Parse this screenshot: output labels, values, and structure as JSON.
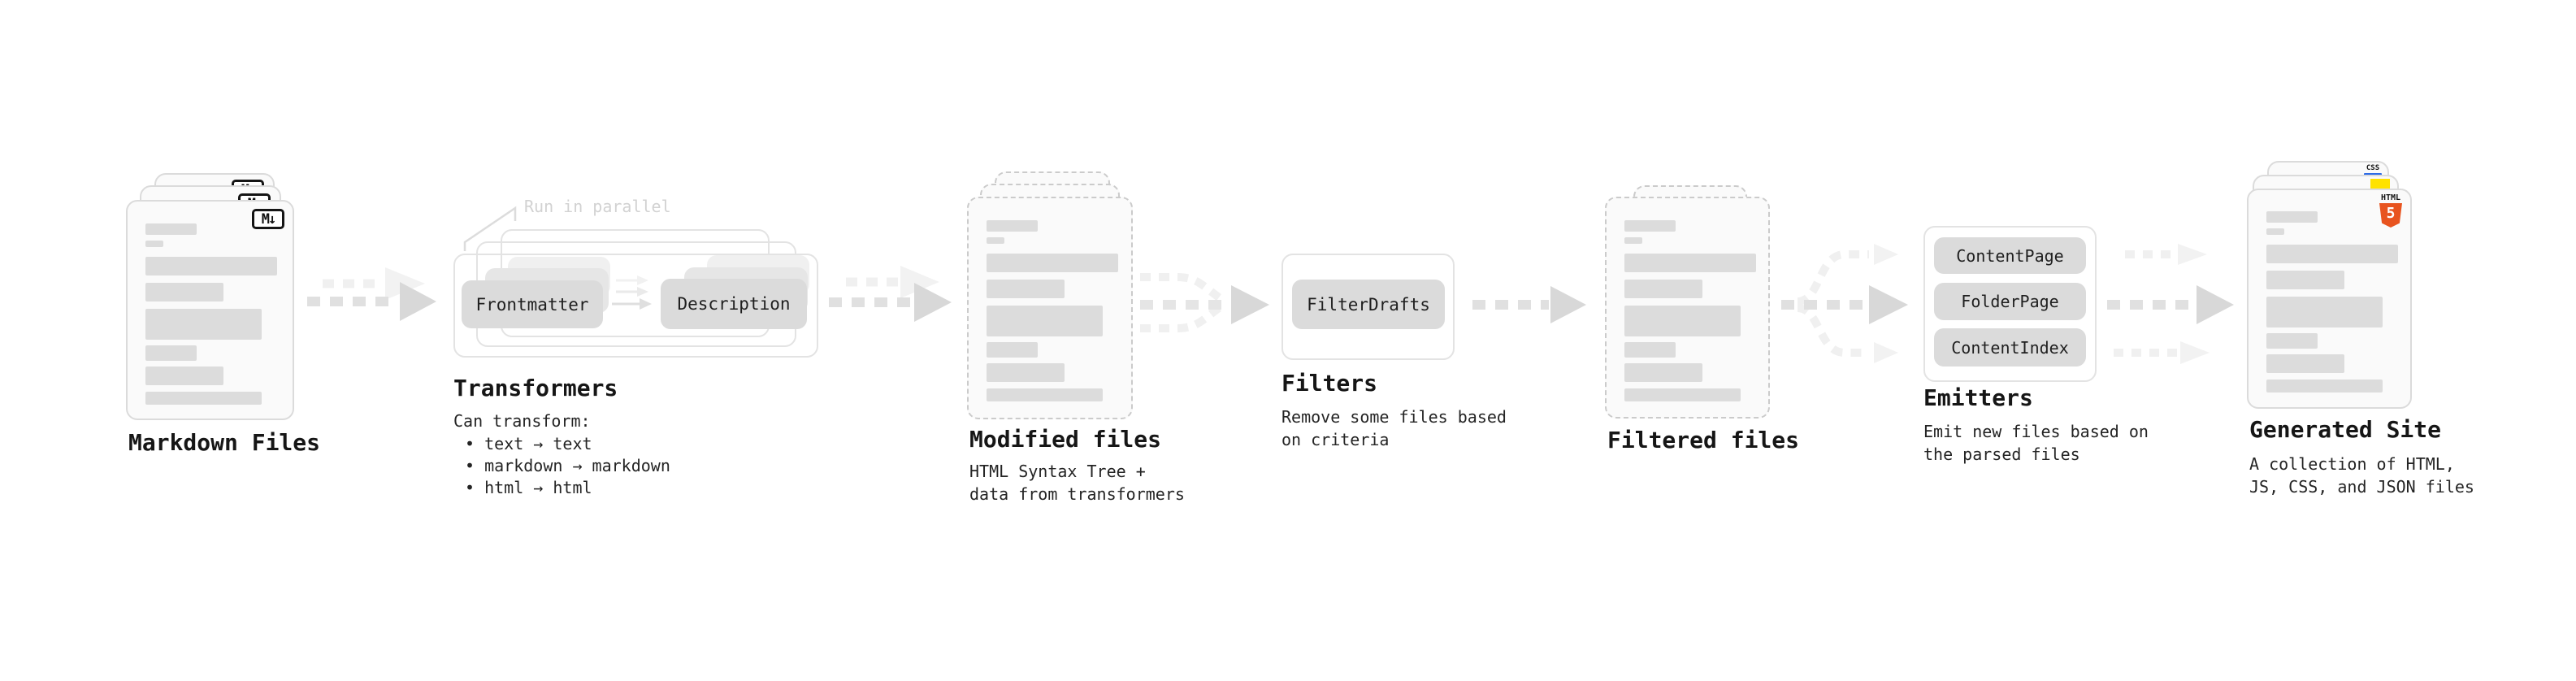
{
  "colors": {
    "card_bg": "#FAFAFA",
    "card_border": "#DBDBDB",
    "dashed_border": "#CBCBCB",
    "skeleton_bar": "#DCDCDC",
    "pill_bg": "#DBDBDB",
    "arrow_dark": "#E0E0E0",
    "arrow_light": "#F0F0F0",
    "heading_text": "#161616",
    "muted_callout": "#D2D2D2",
    "css_blue": "#2E6BE6",
    "js_yellow": "#FFE200",
    "html5_orange": "#E8541F"
  },
  "markdown_files": {
    "label": "Markdown Files",
    "icon_text": "M↓"
  },
  "transformers": {
    "callout": "Run in parallel",
    "pill_left": "Frontmatter",
    "pill_right": "Description",
    "label": "Transformers",
    "sub": "Can transform:",
    "bullets": [
      "• text → text",
      "• markdown → markdown",
      "• html → html"
    ]
  },
  "modified_files": {
    "label": "Modified files",
    "sub_lines": [
      "HTML Syntax Tree +",
      "data from transformers"
    ]
  },
  "filters": {
    "pill": "FilterDrafts",
    "label": "Filters",
    "sub_lines": [
      "Remove some files based",
      "on criteria"
    ]
  },
  "filtered_files": {
    "label": "Filtered files"
  },
  "emitters": {
    "pills": [
      "ContentPage",
      "FolderPage",
      "ContentIndex"
    ],
    "label": "Emitters",
    "sub_lines": [
      "Emit new files based on",
      "the parsed files"
    ]
  },
  "generated_site": {
    "label": "Generated Site",
    "sub_lines": [
      "A collection of HTML,",
      "JS, CSS, and JSON files"
    ],
    "css_icon_text": "CSS",
    "html_icon_text": "HTML",
    "html_icon_number": "5"
  },
  "decor": {
    "doc_bars": [
      {
        "w": 63,
        "h": 14,
        "mb": 7
      },
      {
        "w": 22,
        "h": 8,
        "mb": 12
      },
      {
        "w": 162,
        "h": 23,
        "mb": 9
      },
      {
        "w": 96,
        "h": 23,
        "mb": 9
      },
      {
        "w": 143,
        "h": 38,
        "mb": 7
      },
      {
        "w": 63,
        "h": 19,
        "mb": 7
      },
      {
        "w": 96,
        "h": 23,
        "mb": 8
      },
      {
        "w": 143,
        "h": 16,
        "mb": 0
      }
    ]
  }
}
